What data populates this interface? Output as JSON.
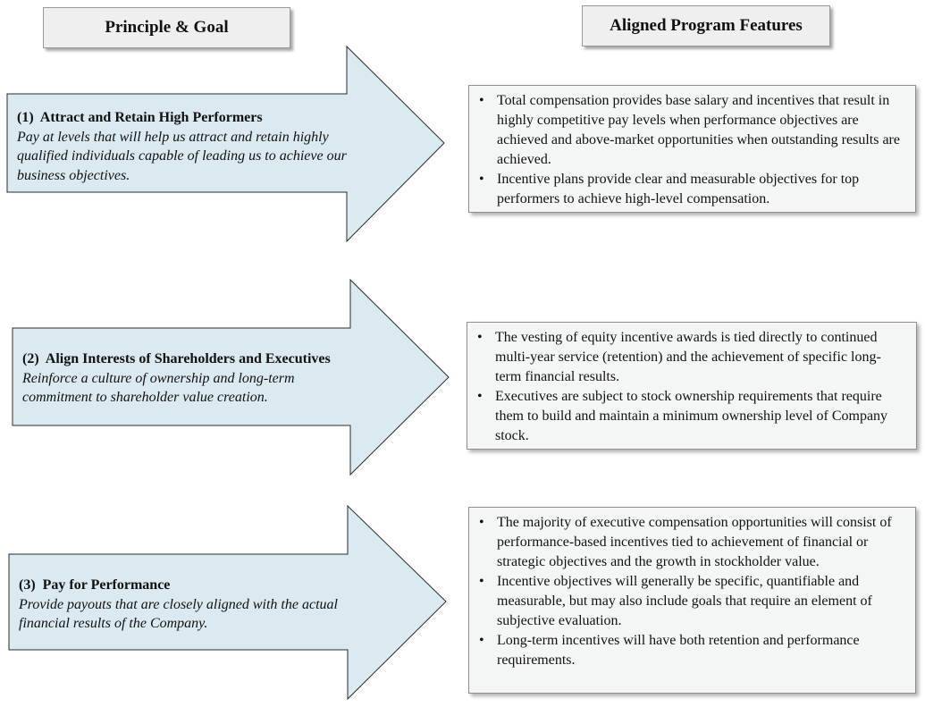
{
  "headers": {
    "left": "Principle & Goal",
    "right": "Aligned Program Features"
  },
  "principles": [
    {
      "number": "(1)",
      "title": "Attract and Retain High Performers",
      "description": "Pay at levels that will help us attract and retain highly qualified individuals capable of leading us to achieve our business objectives.",
      "features": [
        "Total compensation provides base salary and incentives that result in highly competitive pay levels when performance objectives are achieved and above-market opportunities when outstanding results are achieved.",
        "Incentive plans provide clear and measurable objectives for top performers to achieve high-level compensation."
      ]
    },
    {
      "number": "(2)",
      "title": "Align Interests of Shareholders and Executives",
      "description": "Reinforce a culture of ownership and long-term commitment to shareholder value creation.",
      "features": [
        "The vesting of equity incentive awards is tied directly to continued multi-year service (retention) and the achievement of specific long-term financial results.",
        "Executives are subject to stock ownership requirements that require them to build and maintain a minimum ownership level of Company stock."
      ]
    },
    {
      "number": "(3)",
      "title": "Pay for Performance",
      "description": "Provide payouts that are closely aligned with the actual financial results of the Company.",
      "features": [
        "The majority of executive compensation opportunities will consist of performance-based incentives tied to achievement of financial or strategic objectives and the growth in stockholder value.",
        "Incentive objectives will generally be specific, quantifiable and measurable, but may also include goals that require an element of subjective evaluation.",
        "Long-term incentives will have both retention and performance requirements."
      ]
    }
  ],
  "colors": {
    "arrow_fill": "#dbeaf1",
    "feature_box_fill": "#f3f6f5",
    "header_fill": "#efefef"
  }
}
